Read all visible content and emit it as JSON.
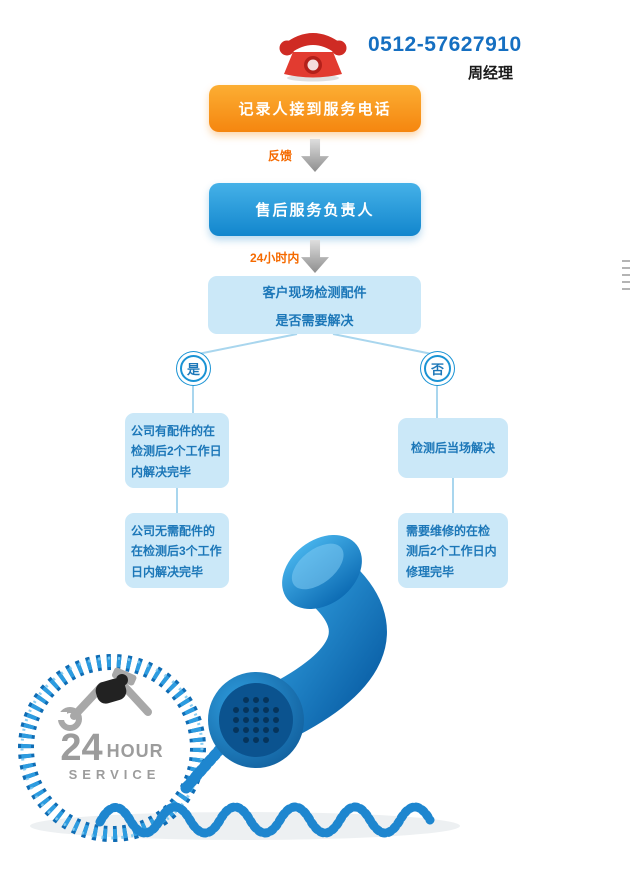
{
  "header": {
    "phone_number": "0512-57627910",
    "contact_name": "周经理"
  },
  "flow": {
    "step_receive": "记录人接到服务电话",
    "arrow_feedback_label": "反馈",
    "step_manager": "售后服务负责人",
    "arrow_24h_label": "24小时内",
    "step_check_line1": "客户现场检测配件",
    "step_check_line2": "是否需要解决",
    "yes_label": "是",
    "no_label": "否",
    "yes_box1": "公司有配件的在检测后2个工作日内解决完毕",
    "yes_box2": "公司无需配件的在检测后3个工作日内解决完毕",
    "no_box1": "检测后当场解决",
    "no_box2": "需要维修的在检测后2个工作日内修理完毕"
  },
  "badge": {
    "number": "24",
    "hour": "HOUR",
    "service": "SERVICE"
  },
  "colors": {
    "accent_blue": "#1a93d4",
    "accent_orange": "#f5860f",
    "phone_text_blue": "#156fc1",
    "soft_box_bg": "#cbe8f8",
    "soft_box_text": "#1c77b8",
    "arrow_label_orange": "#f56a00"
  }
}
